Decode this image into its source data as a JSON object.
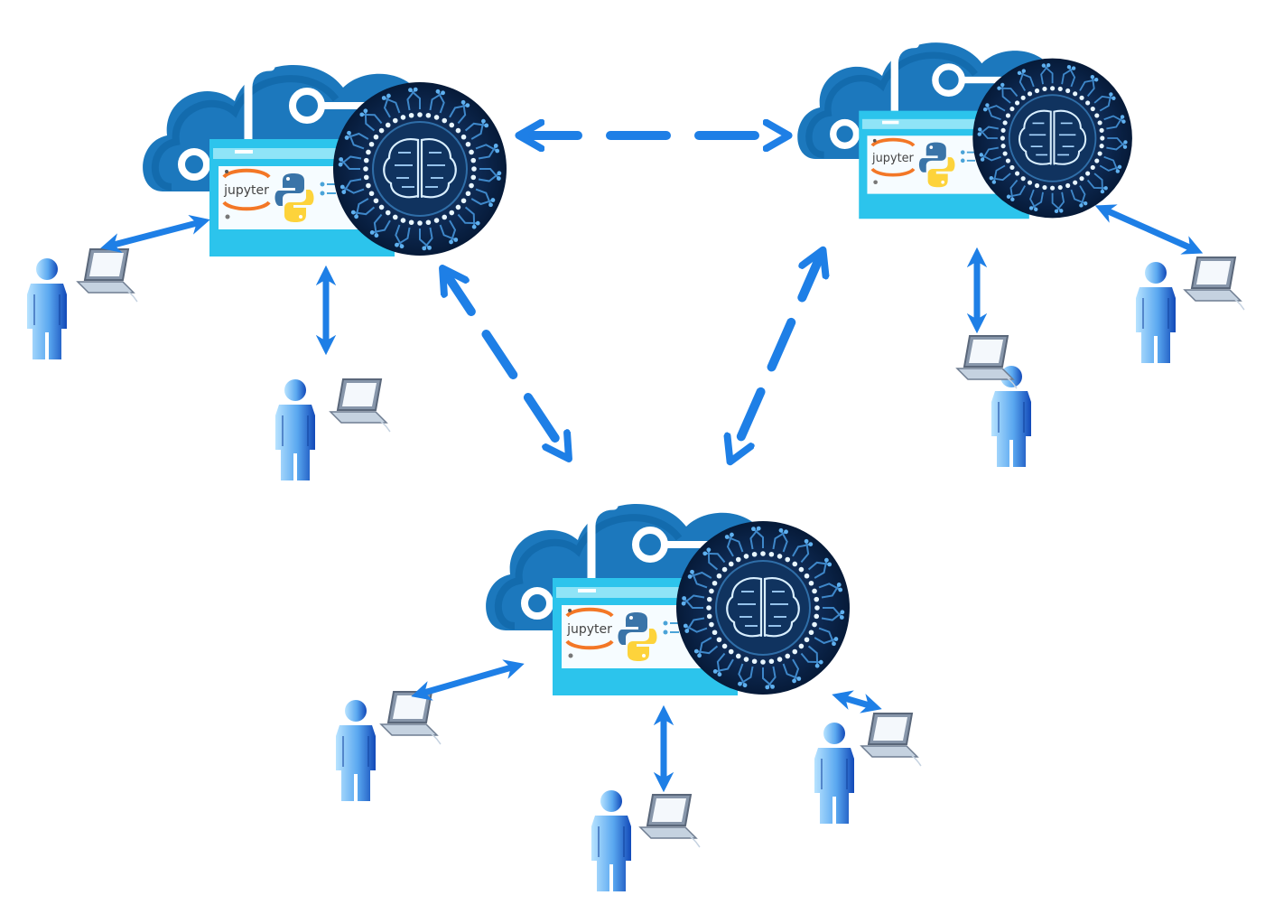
{
  "colors": {
    "background": "#ffffff",
    "cloud_dark": "#0a5d9e",
    "cloud_mid": "#1c78bd",
    "screen_cyan": "#2cc4ec",
    "screen_inner": "#f6fcff",
    "arrow_blue": "#1e7fe6",
    "ai_dark": "#0b2447",
    "ai_line": "#3e87c9",
    "person_light": "#a9dcff",
    "person_dark": "#1459c7",
    "laptop": "#6f7d91",
    "jupyter_orange": "#f37726",
    "python_blue": "#3a74a8",
    "python_yellow": "#fdd33b"
  },
  "icons": [
    "cloud-icon",
    "notebook-window-icon",
    "ai-brain-circuit-icon",
    "user-icon",
    "laptop-icon",
    "bidirectional-arrow-icon"
  ],
  "nodes": [
    {
      "name": "top-left",
      "jupyter_label": "jupyter"
    },
    {
      "name": "top-right",
      "jupyter_label": "jupyter"
    },
    {
      "name": "bottom",
      "jupyter_label": "jupyter"
    }
  ]
}
